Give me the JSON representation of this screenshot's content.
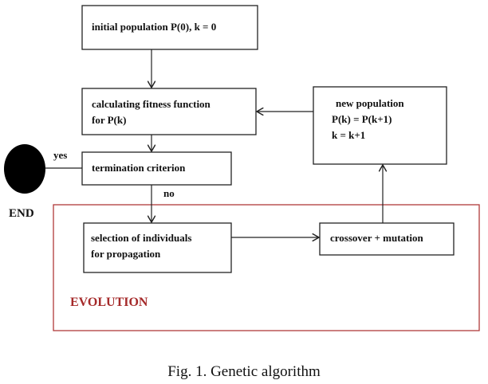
{
  "diagram": {
    "nodes": {
      "initial": {
        "lines": [
          "initial population P(0), k = 0"
        ]
      },
      "fitness": {
        "lines": [
          "calculating fitness function",
          "for P(k)"
        ]
      },
      "newpop": {
        "lines": [
          "new population",
          "P(k) = P(k+1)",
          "k = k+1"
        ]
      },
      "termination": {
        "lines": [
          "termination criterion"
        ]
      },
      "selection": {
        "lines": [
          "selection of individuals",
          "for propagation"
        ]
      },
      "crossover": {
        "lines": [
          "crossover + mutation"
        ]
      },
      "end": {
        "label": "END"
      }
    },
    "edge_labels": {
      "yes": "yes",
      "no": "no"
    },
    "group": {
      "label": "EVOLUTION",
      "color": "#b03a3a"
    },
    "caption": "Fig. 1. Genetic algorithm"
  }
}
